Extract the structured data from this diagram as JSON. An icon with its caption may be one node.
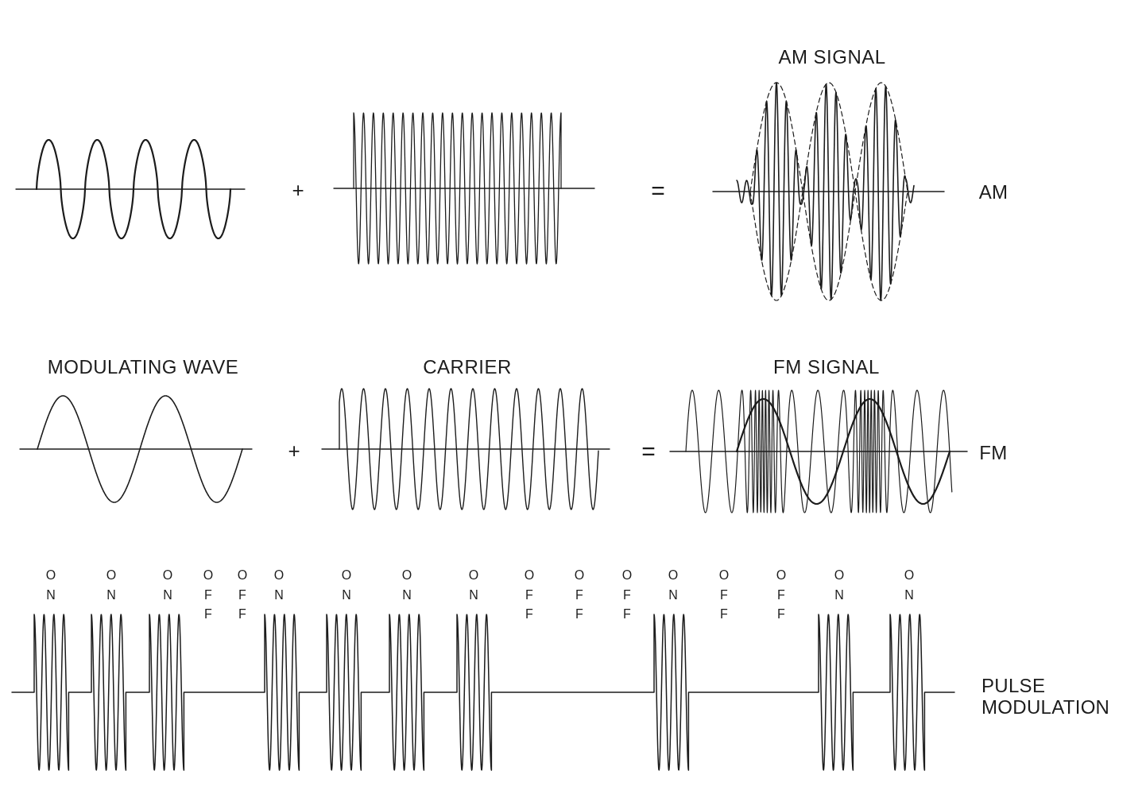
{
  "diagram": {
    "labels": [
      "AM SIGNAL",
      "+",
      "=",
      "AM",
      "MODULATING WAVE",
      "CARRIER",
      "FM SIGNAL",
      "+",
      "=",
      "FM",
      "ON",
      "ON",
      "ON",
      "OFF",
      "OFF",
      "ON",
      "ON",
      "ON",
      "ON",
      "OFF",
      "OFF",
      "OFF",
      "ON",
      "OFF",
      "OFF",
      "ON",
      "ON",
      "PULSE MODULATION"
    ]
  }
}
